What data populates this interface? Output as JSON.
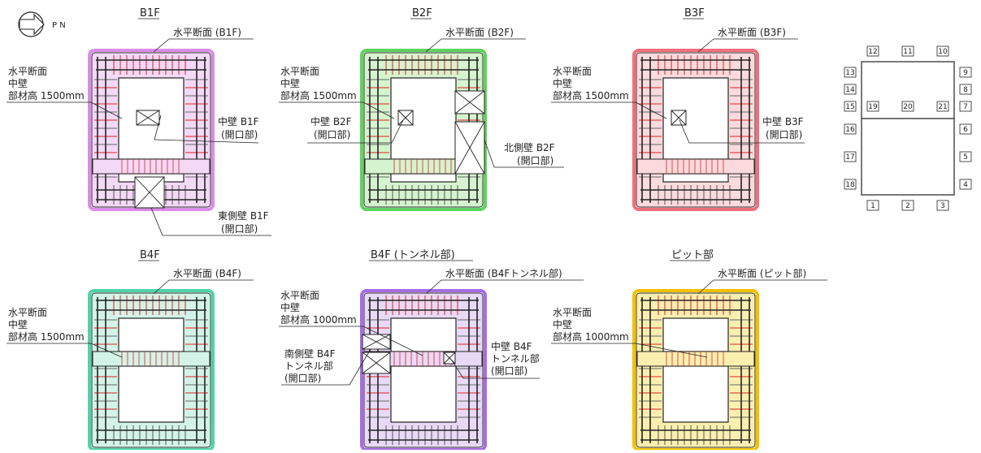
{
  "north_label": "P N",
  "panels": [
    {
      "id": "b1f",
      "title": "B1F",
      "color": "#d98de6",
      "fill": "#f3d9f6",
      "horizontal": "水平断面 (B1F)",
      "left_note": [
        "水平断面",
        "中壁",
        "部材高 1500mm"
      ],
      "notes": [
        [
          "中壁 B1F",
          "(開口部)"
        ],
        [
          "東側壁 B1F",
          "(開口部)"
        ]
      ]
    },
    {
      "id": "b2f",
      "title": "B2F",
      "color": "#5fd35f",
      "fill": "#d6f3cf",
      "horizontal": "水平断面 (B2F)",
      "left_note": [
        "水平断面",
        "中壁",
        "部材高 1500mm"
      ],
      "notes": [
        [
          "中壁 B2F",
          "(開口部)"
        ],
        [
          "北側壁 B2F",
          "(開口部)"
        ]
      ]
    },
    {
      "id": "b3f",
      "title": "B3F",
      "color": "#ef6f7a",
      "fill": "#fadadd",
      "horizontal": "水平断面 (B3F)",
      "left_note": [
        "水平断面",
        "中壁",
        "部材高 1500mm"
      ],
      "notes": [
        [
          "中壁 B3F",
          "(開口部)"
        ]
      ]
    },
    {
      "id": "b4f",
      "title": "B4F",
      "color": "#4fd3a8",
      "fill": "#d3f3e8",
      "horizontal": "水平断面 (B4F)",
      "left_note": [
        "水平断面",
        "中壁",
        "部材高 1500mm"
      ],
      "notes": []
    },
    {
      "id": "b4ft",
      "title": "B4F (トンネル部)",
      "color": "#a86be6",
      "fill": "#e8d9f6",
      "horizontal": "水平断面 (B4Fトンネル部)",
      "left_note": [
        "水平断面",
        "中壁",
        "部材高 1000mm"
      ],
      "notes": [
        [
          "南側壁 B4F",
          "トンネル部",
          "(開口部)"
        ],
        [
          "中壁 B4F",
          "トンネル部",
          "(開口部)"
        ]
      ]
    },
    {
      "id": "pit",
      "title": "ピット部",
      "color": "#f2c200",
      "fill": "#fbefb0",
      "horizontal": "水平断面 (ピット部)",
      "left_note": [
        "水平断面",
        "中壁",
        "部材高 1000mm"
      ],
      "notes": []
    }
  ],
  "key_plan": {
    "top": [
      "12",
      "11",
      "10"
    ],
    "left": [
      "13",
      "14",
      "15",
      "16",
      "17",
      "18"
    ],
    "right": [
      "9",
      "8",
      "7",
      "6",
      "5",
      "4"
    ],
    "bottom": [
      "1",
      "2",
      "3"
    ],
    "middle": [
      "19",
      "20",
      "21"
    ]
  }
}
